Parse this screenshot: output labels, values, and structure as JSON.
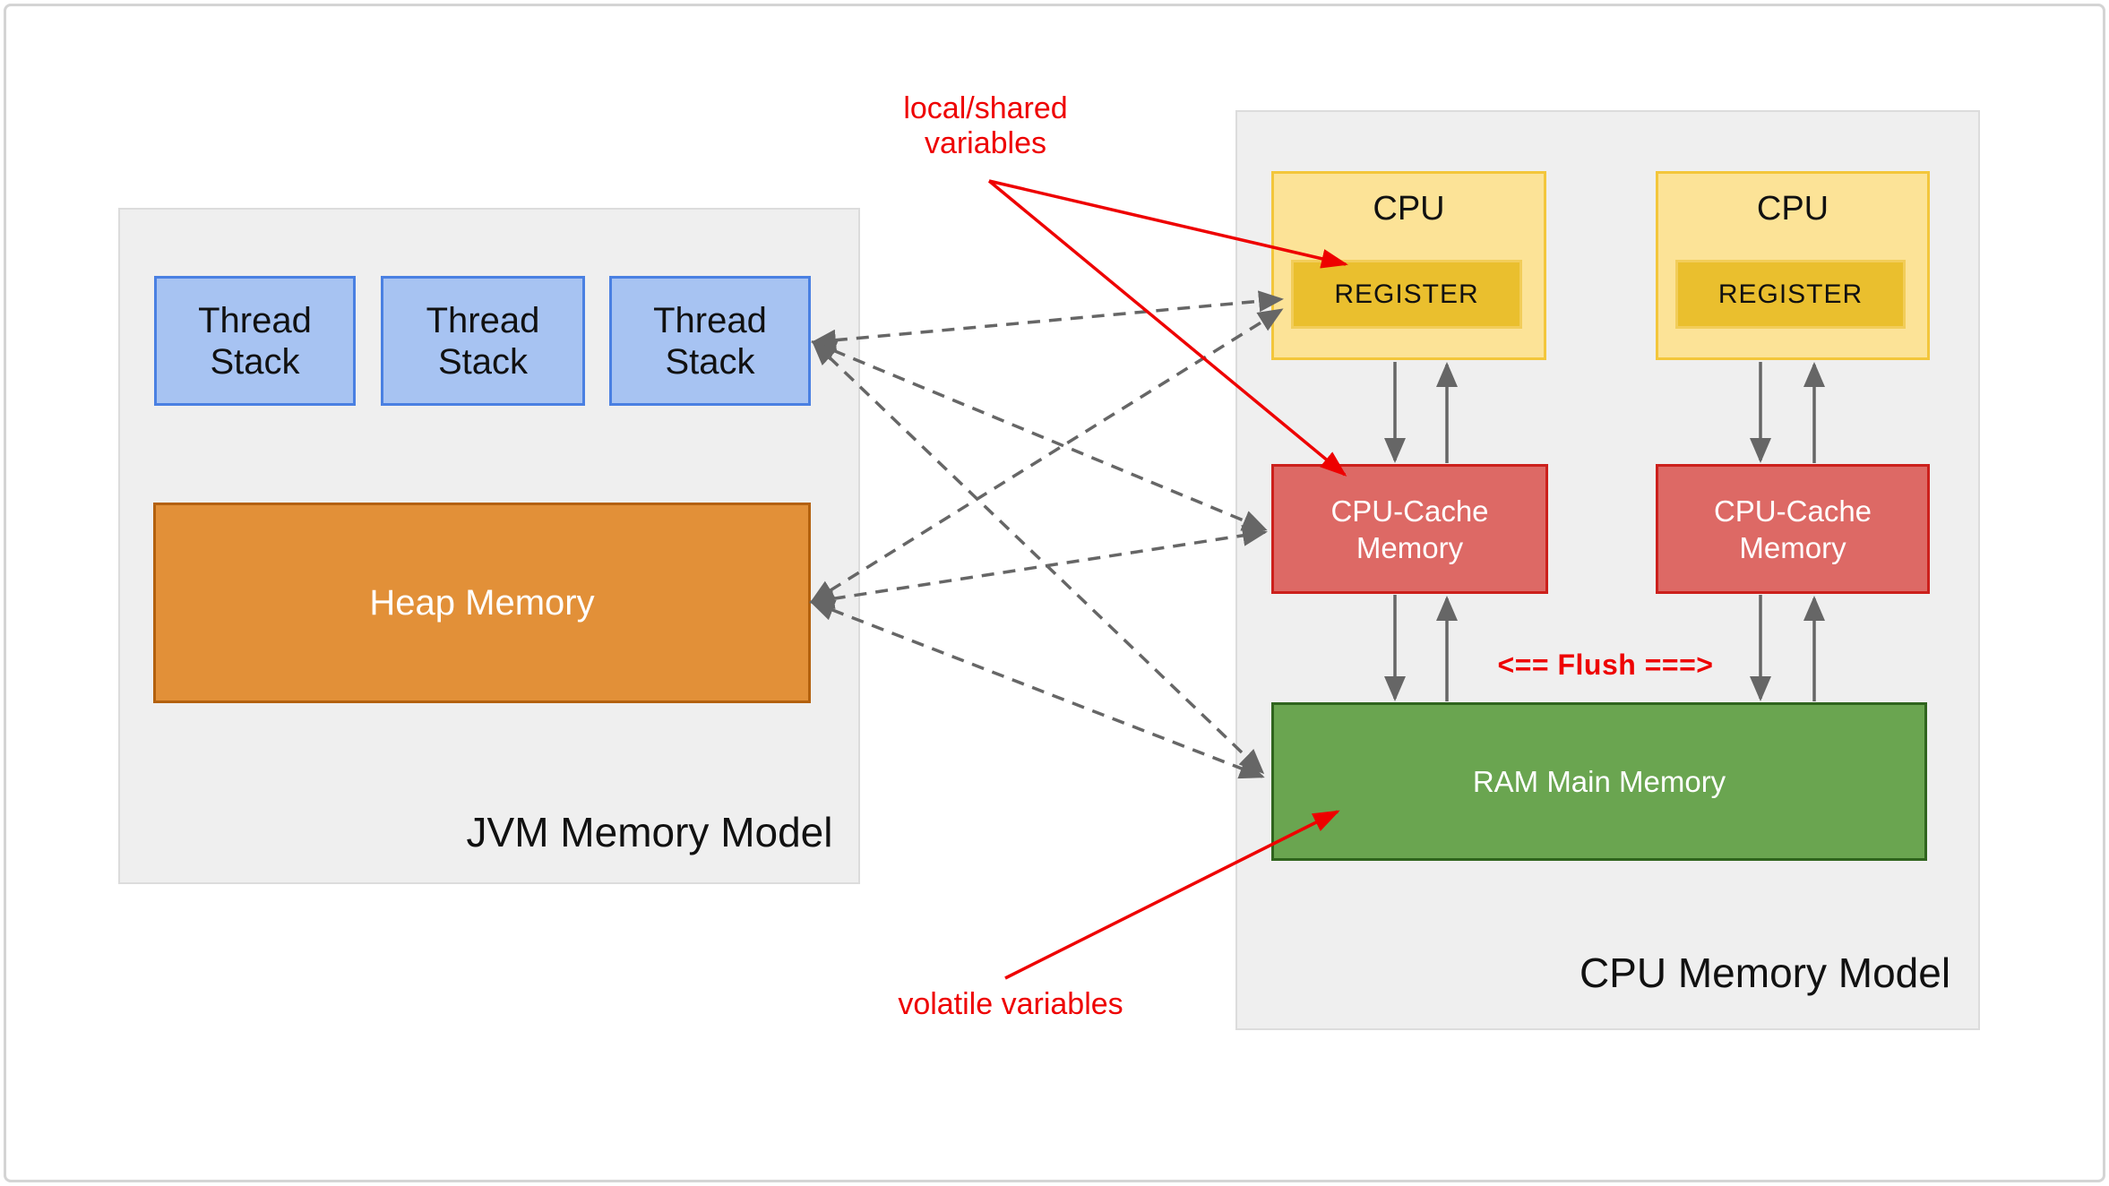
{
  "colors": {
    "card_border": "#d4d4d4",
    "panel_bg": "#efefef",
    "panel_border": "#dcdcdc",
    "thread_fill": "#a7c3f2",
    "thread_border": "#4a80e2",
    "heap_fill": "#e29038",
    "heap_border": "#b3610e",
    "cpu_fill": "#fce397",
    "cpu_border": "#f3c63b",
    "register_fill": "#eabf2e",
    "register_border": "#f2cd5a",
    "cache_fill": "#dd6965",
    "cache_border": "#cc201c",
    "ram_fill": "#6aa550",
    "ram_border": "#2f641d",
    "connector_gray": "#666666",
    "annotation_red": "#ee0000",
    "text_dark": "#111111",
    "text_light": "#ffffff"
  },
  "jvm": {
    "label": "JVM Memory Model",
    "thread_stacks": [
      {
        "label": "Thread Stack"
      },
      {
        "label": "Thread Stack"
      },
      {
        "label": "Thread Stack"
      }
    ],
    "heap_label": "Heap Memory"
  },
  "cpu_model": {
    "label": "CPU Memory Model",
    "flush_label": "<== Flush ===>",
    "ram_label": "RAM Main Memory",
    "cpus": [
      {
        "title": "CPU",
        "register_label": "REGISTER",
        "cache_label": "CPU-Cache Memory"
      },
      {
        "title": "CPU",
        "register_label": "REGISTER",
        "cache_label": "CPU-Cache Memory"
      }
    ]
  },
  "annotations": {
    "local_shared_line1": "local/shared",
    "local_shared_line2": "variables",
    "volatile_label": "volatile variables"
  }
}
